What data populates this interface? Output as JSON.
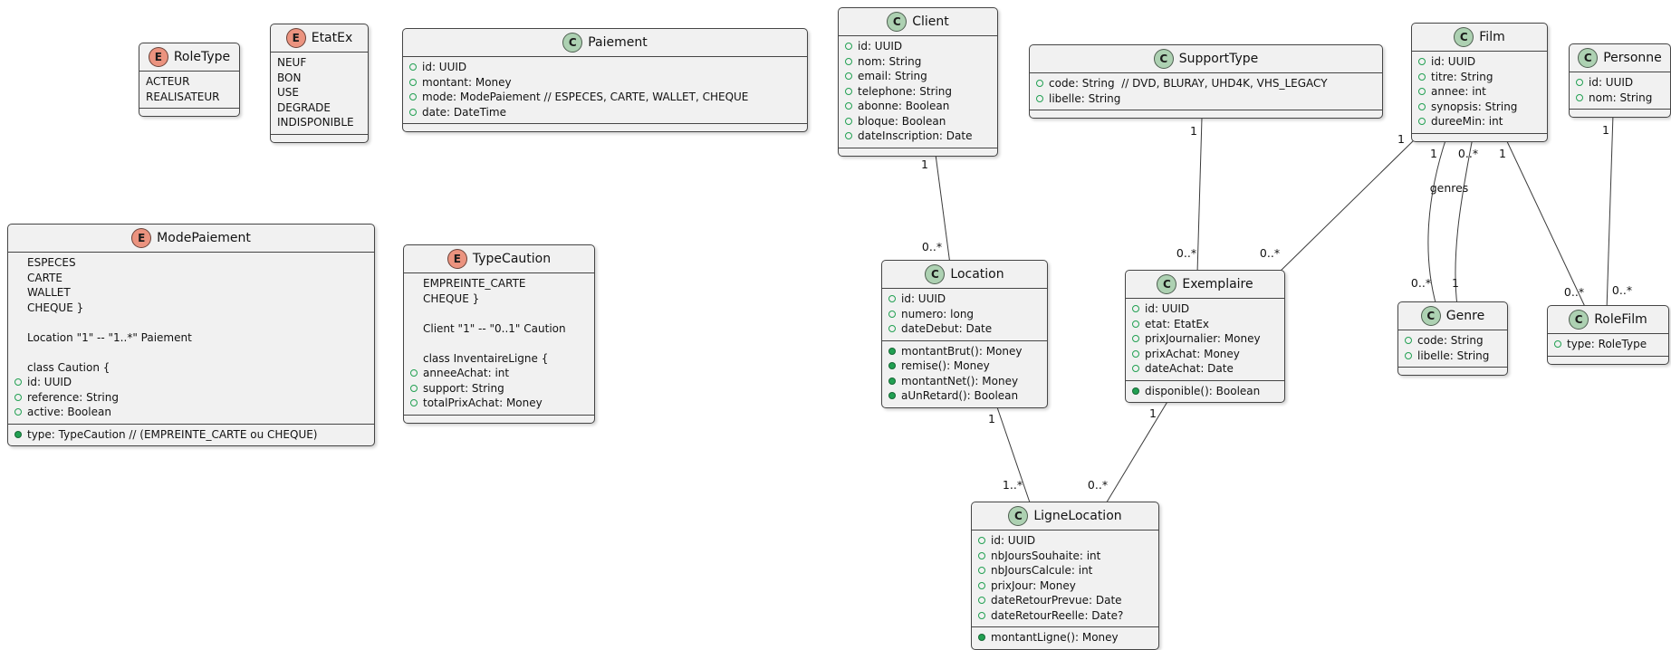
{
  "diagram": {
    "colors": {
      "box_fill": "#F1F1F1",
      "border": "#454545",
      "class_spot_fill": "#ADD1B2",
      "enum_spot_fill": "#EB937F",
      "member_icon_green": "#22A052",
      "edge_color": "#3B3B3B"
    },
    "classes": [
      {
        "id": "roletype",
        "stereo": "E",
        "name": "RoleType",
        "sections": [
          [
            {
              "t": "text",
              "v": "ACTEUR"
            },
            {
              "t": "text",
              "v": "REALISATEUR"
            }
          ],
          []
        ]
      },
      {
        "id": "etatex",
        "stereo": "E",
        "name": "EtatEx",
        "sections": [
          [
            {
              "t": "text",
              "v": "NEUF"
            },
            {
              "t": "text",
              "v": "BON"
            },
            {
              "t": "text",
              "v": "USE"
            },
            {
              "t": "text",
              "v": "DEGRADE"
            },
            {
              "t": "text",
              "v": "INDISPONIBLE"
            }
          ],
          []
        ]
      },
      {
        "id": "paiement",
        "stereo": "C",
        "name": "Paiement",
        "sections": [
          [
            {
              "t": "field",
              "v": "id: UUID"
            },
            {
              "t": "field",
              "v": "montant: Money"
            },
            {
              "t": "field",
              "v": "mode: ModePaiement // ESPECES, CARTE, WALLET, CHEQUE"
            },
            {
              "t": "field",
              "v": "date: DateTime"
            }
          ],
          []
        ]
      },
      {
        "id": "modepaiement",
        "stereo": "E",
        "name": "ModePaiement",
        "sections": [
          [
            {
              "t": "text",
              "v": "ESPECES"
            },
            {
              "t": "text",
              "v": "CARTE"
            },
            {
              "t": "text",
              "v": "WALLET"
            },
            {
              "t": "text",
              "v": "CHEQUE }"
            },
            {
              "t": "blank",
              "v": ""
            },
            {
              "t": "text",
              "v": "Location \"1\" -- \"1..*\" Paiement"
            },
            {
              "t": "blank",
              "v": ""
            },
            {
              "t": "text",
              "v": "class Caution {"
            },
            {
              "t": "field",
              "v": "id: UUID"
            },
            {
              "t": "field",
              "v": "reference: String"
            },
            {
              "t": "field",
              "v": "active: Boolean"
            }
          ],
          [
            {
              "t": "method",
              "v": "type: TypeCaution // (EMPREINTE_CARTE ou CHEQUE)"
            }
          ]
        ]
      },
      {
        "id": "typecaution",
        "stereo": "E",
        "name": "TypeCaution",
        "sections": [
          [
            {
              "t": "text",
              "v": "EMPREINTE_CARTE"
            },
            {
              "t": "text",
              "v": "CHEQUE }"
            },
            {
              "t": "blank",
              "v": ""
            },
            {
              "t": "text",
              "v": "Client \"1\" -- \"0..1\" Caution"
            },
            {
              "t": "blank",
              "v": ""
            },
            {
              "t": "text",
              "v": "class InventaireLigne {"
            },
            {
              "t": "field",
              "v": "anneeAchat: int"
            },
            {
              "t": "field",
              "v": "support: String"
            },
            {
              "t": "field",
              "v": "totalPrixAchat: Money"
            }
          ],
          []
        ]
      },
      {
        "id": "client",
        "stereo": "C",
        "name": "Client",
        "sections": [
          [
            {
              "t": "field",
              "v": "id: UUID"
            },
            {
              "t": "field",
              "v": "nom: String"
            },
            {
              "t": "field",
              "v": "email: String"
            },
            {
              "t": "field",
              "v": "telephone: String"
            },
            {
              "t": "field",
              "v": "abonne: Boolean"
            },
            {
              "t": "field",
              "v": "bloque: Boolean"
            },
            {
              "t": "field",
              "v": "dateInscription: Date"
            }
          ],
          []
        ]
      },
      {
        "id": "supporttype",
        "stereo": "C",
        "name": "SupportType",
        "sections": [
          [
            {
              "t": "field",
              "v": "code: String  // DVD, BLURAY, UHD4K, VHS_LEGACY"
            },
            {
              "t": "field",
              "v": "libelle: String"
            }
          ],
          []
        ]
      },
      {
        "id": "film",
        "stereo": "C",
        "name": "Film",
        "sections": [
          [
            {
              "t": "field",
              "v": "id: UUID"
            },
            {
              "t": "field",
              "v": "titre: String"
            },
            {
              "t": "field",
              "v": "annee: int"
            },
            {
              "t": "field",
              "v": "synopsis: String"
            },
            {
              "t": "field",
              "v": "dureeMin: int"
            }
          ],
          []
        ]
      },
      {
        "id": "personne",
        "stereo": "C",
        "name": "Personne",
        "sections": [
          [
            {
              "t": "field",
              "v": "id: UUID"
            },
            {
              "t": "field",
              "v": "nom: String"
            }
          ],
          []
        ]
      },
      {
        "id": "location",
        "stereo": "C",
        "name": "Location",
        "sections": [
          [
            {
              "t": "field",
              "v": "id: UUID"
            },
            {
              "t": "field",
              "v": "numero: long"
            },
            {
              "t": "field",
              "v": "dateDebut: Date"
            }
          ],
          [
            {
              "t": "method",
              "v": "montantBrut(): Money"
            },
            {
              "t": "method",
              "v": "remise(): Money"
            },
            {
              "t": "method",
              "v": "montantNet(): Money"
            },
            {
              "t": "method",
              "v": "aUnRetard(): Boolean"
            }
          ]
        ]
      },
      {
        "id": "exemplaire",
        "stereo": "C",
        "name": "Exemplaire",
        "sections": [
          [
            {
              "t": "field",
              "v": "id: UUID"
            },
            {
              "t": "field",
              "v": "etat: EtatEx"
            },
            {
              "t": "field",
              "v": "prixJournalier: Money"
            },
            {
              "t": "field",
              "v": "prixAchat: Money"
            },
            {
              "t": "field",
              "v": "dateAchat: Date"
            }
          ],
          [
            {
              "t": "method",
              "v": "disponible(): Boolean"
            }
          ]
        ]
      },
      {
        "id": "genre",
        "stereo": "C",
        "name": "Genre",
        "sections": [
          [
            {
              "t": "field",
              "v": "code: String"
            },
            {
              "t": "field",
              "v": "libelle: String"
            }
          ],
          []
        ]
      },
      {
        "id": "rolefilm",
        "stereo": "C",
        "name": "RoleFilm",
        "sections": [
          [
            {
              "t": "field",
              "v": "type: RoleType"
            }
          ],
          []
        ]
      },
      {
        "id": "lignelocation",
        "stereo": "C",
        "name": "LigneLocation",
        "sections": [
          [
            {
              "t": "field",
              "v": "id: UUID"
            },
            {
              "t": "field",
              "v": "nbJoursSouhaite: int"
            },
            {
              "t": "field",
              "v": "nbJoursCalcule: int"
            },
            {
              "t": "field",
              "v": "prixJour: Money"
            },
            {
              "t": "field",
              "v": "dateRetourPrevue: Date"
            },
            {
              "t": "field",
              "v": "dateRetourReelle: Date?"
            }
          ],
          [
            {
              "t": "method",
              "v": "montantLigne(): Money"
            }
          ]
        ]
      }
    ],
    "edges": [
      {
        "name": "client-location",
        "labels": [
          "1",
          "0..*"
        ]
      },
      {
        "name": "supporttype-exemplaire",
        "labels": [
          "1",
          "0..*"
        ]
      },
      {
        "name": "film-exemplaire",
        "labels": [
          "1",
          "0..*"
        ]
      },
      {
        "name": "film-genre-a",
        "labels": [
          "1",
          "genres",
          "0..*"
        ]
      },
      {
        "name": "film-genre-b",
        "labels": [
          "0..*",
          "1"
        ]
      },
      {
        "name": "film-rolefilm",
        "labels": [
          "1",
          "0..*"
        ]
      },
      {
        "name": "personne-rolefilm",
        "labels": [
          "1",
          "0..*"
        ]
      },
      {
        "name": "location-lignelocation",
        "labels": [
          "1",
          "1..*"
        ]
      },
      {
        "name": "exemplaire-lignelocation",
        "labels": [
          "1",
          "0..*"
        ]
      }
    ]
  }
}
